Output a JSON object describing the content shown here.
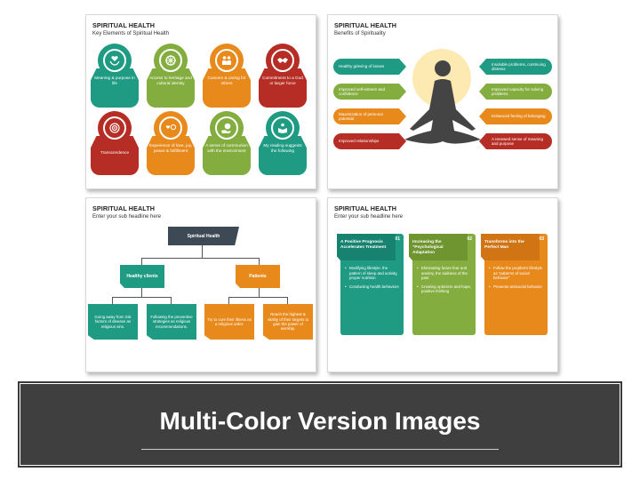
{
  "colors": {
    "teal": "#1f9b83",
    "green": "#84ad3f",
    "orange": "#e8891c",
    "red": "#b52d25",
    "dark": "#3d4a55",
    "banner": "#3f3f3f"
  },
  "slide1": {
    "title": "SPIRITUAL HEALTH",
    "subtitle": "Key Elements of Spiritual Health",
    "keys": [
      {
        "text": "Meaning & purpose in life",
        "color": "#1f9b83",
        "icon": "hands-heart-icon"
      },
      {
        "text": "Access to heritage and cultural identity",
        "color": "#84ad3f",
        "icon": "dharma-wheel-icon"
      },
      {
        "text": "Concern & caring for others",
        "color": "#e8891c",
        "icon": "people-care-icon"
      },
      {
        "text": "Commitment to a God or larger force",
        "color": "#b52d25",
        "icon": "handshake-icon"
      },
      {
        "text": "Transcendence",
        "color": "#b52d25",
        "icon": "target-icon"
      },
      {
        "text": "Experience of love, joy, peace & fulfillment",
        "color": "#e8891c",
        "icon": "heart-smile-icon"
      },
      {
        "text": "A sense of communion with the environment",
        "color": "#84ad3f",
        "icon": "globe-hand-icon"
      },
      {
        "text": "My reading suggests the following",
        "color": "#1f9b83",
        "icon": "reader-icon"
      }
    ]
  },
  "slide2": {
    "title": "SPIRITUAL HEALTH",
    "subtitle": "Benefits of Spirituality",
    "left": [
      {
        "text": "Healthy grieving of losses",
        "color": "#1f9b83"
      },
      {
        "text": "Improved self-esteem and confidence",
        "color": "#84ad3f"
      },
      {
        "text": "Maximization of personal potential",
        "color": "#e8891c"
      },
      {
        "text": "Improved relationships",
        "color": "#b52d25"
      }
    ],
    "right": [
      {
        "text": "Insoluble problems, continuing distress",
        "color": "#1f9b83"
      },
      {
        "text": "Improved capacity for solving problems",
        "color": "#84ad3f"
      },
      {
        "text": "Enhanced feeling of belonging",
        "color": "#e8891c"
      },
      {
        "text": "A renewed sense of meaning and purpose",
        "color": "#b52d25"
      }
    ]
  },
  "slide3": {
    "title": "SPIRITUAL HEALTH",
    "subtitle": "Enter your sub headline here",
    "root": "Spiritual Health",
    "branch_left": "Healthy clients",
    "branch_right": "Patients",
    "leaves": [
      "Going away from risk factors of disease as religious sins.",
      "Following the preventive strategies as religious recommendations.",
      "Try to cure their illness as a religious order.",
      "Reach the highest & vitality of their targets to gain the power of worship."
    ]
  },
  "slide4": {
    "title": "SPIRITUAL HEALTH",
    "subtitle": "Enter your sub headline here",
    "cards": [
      {
        "num": "01",
        "heading": "A Positive Prognosis Accelerates Treatment",
        "color": "#1f9b83",
        "bullets": [
          "Modifying lifestyle: the pattern of sleep and activity, proper nutrition",
          "Conducting health behaviors"
        ]
      },
      {
        "num": "02",
        "heading": "Increasing the \"Psychological Adaptation",
        "color": "#84ad3f",
        "bullets": [
          "Eliminating future fear and anxiety, the sadness of the past",
          "Creating optimism and hope, positive thinking"
        ]
      },
      {
        "num": "03",
        "heading": "Transforms into the Perfect Man",
        "color": "#e8891c",
        "bullets": [
          "Follow the prophet's lifestyle as \"patterns of social behavior\"",
          "Prevents antisocial behavior"
        ]
      }
    ]
  },
  "banner": {
    "title": "Multi-Color Version Images"
  }
}
